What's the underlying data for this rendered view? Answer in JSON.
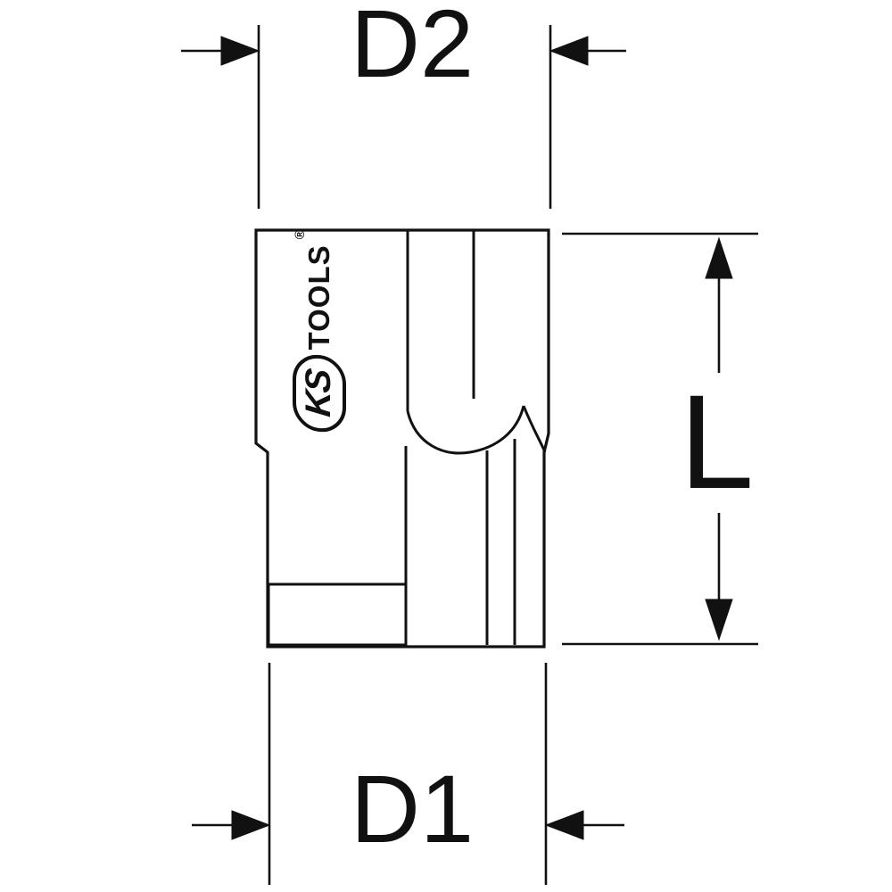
{
  "drawing": {
    "labels": {
      "d2": "D2",
      "d1": "D1",
      "length": "L"
    },
    "logo": {
      "brand": "KS",
      "suffix": "TOOLS",
      "registered": "®"
    },
    "colors": {
      "line": "#111111",
      "background": "#ffffff"
    }
  }
}
